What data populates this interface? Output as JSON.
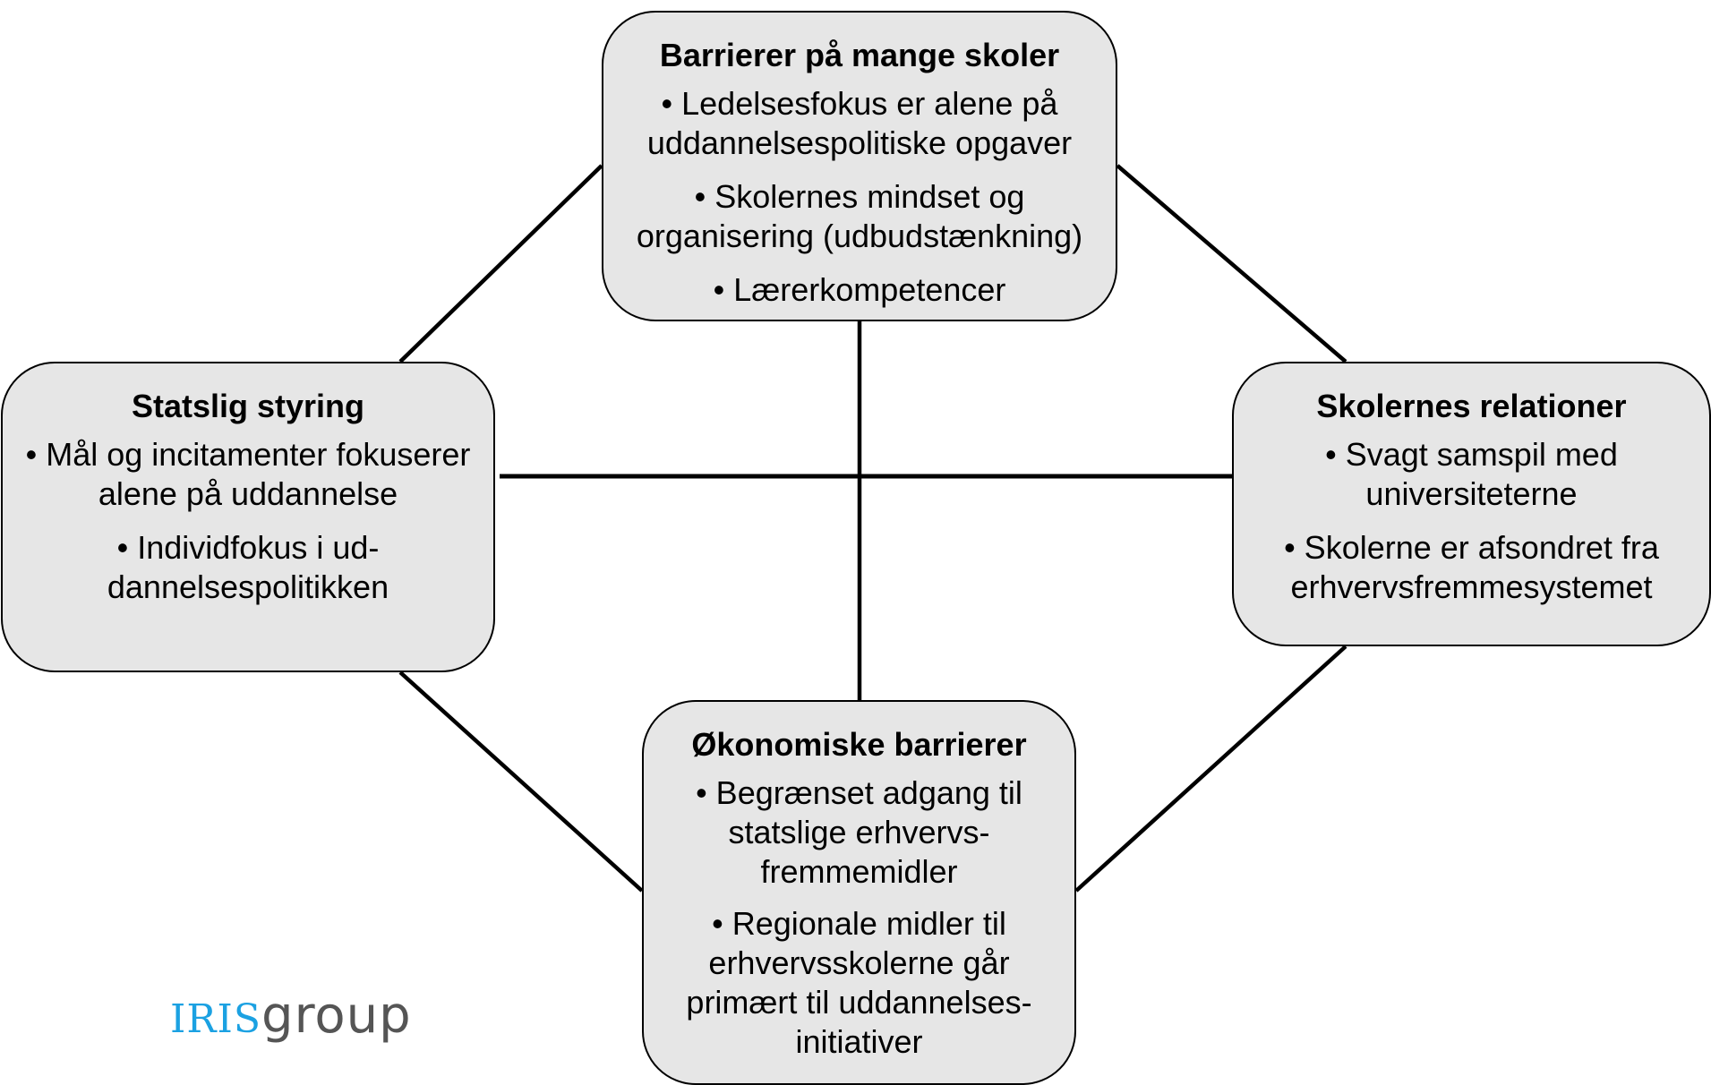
{
  "nodes": {
    "top": {
      "title": "Barrierer på mange skoler",
      "bullets": [
        "• Ledelsesfokus er alene på\nuddannelsespolitiske opgaver",
        "• Skolernes mindset og\norganisering (udbudstænkning)",
        "• Lærerkompetencer"
      ]
    },
    "left": {
      "title": "Statslig styring",
      "bullets": [
        "• Mål og incitamenter fokuserer\nalene på uddannelse",
        "• Individfokus i ud-\ndannelsespolitikken"
      ]
    },
    "right": {
      "title": "Skolernes relationer",
      "bullets": [
        "• Svagt samspil med\nuniversiteterne",
        "• Skolerne er afsondret fra\nerhvervsfremmesystemet"
      ]
    },
    "bottom": {
      "title": "Økonomiske barrierer",
      "bullets": [
        "• Begrænset adgang til\nstatslige erhvervs-\nfremmemidler",
        "• Regionale midler til\nerhvervsskolerne går\nprimært til uddannelses-\ninitiativer"
      ]
    }
  },
  "edges": [
    {
      "from": "top",
      "to": "left"
    },
    {
      "from": "top",
      "to": "right"
    },
    {
      "from": "left",
      "to": "bottom"
    },
    {
      "from": "right",
      "to": "bottom"
    },
    {
      "from": "top",
      "to": "bottom"
    },
    {
      "from": "left",
      "to": "right"
    }
  ],
  "logo": {
    "brand_part": "IRIS",
    "suffix_part": "group",
    "brand_color": "#1ba1e2",
    "suffix_color": "#555555"
  },
  "colors": {
    "box_fill": "#e6e6e6",
    "line": "#000000"
  }
}
